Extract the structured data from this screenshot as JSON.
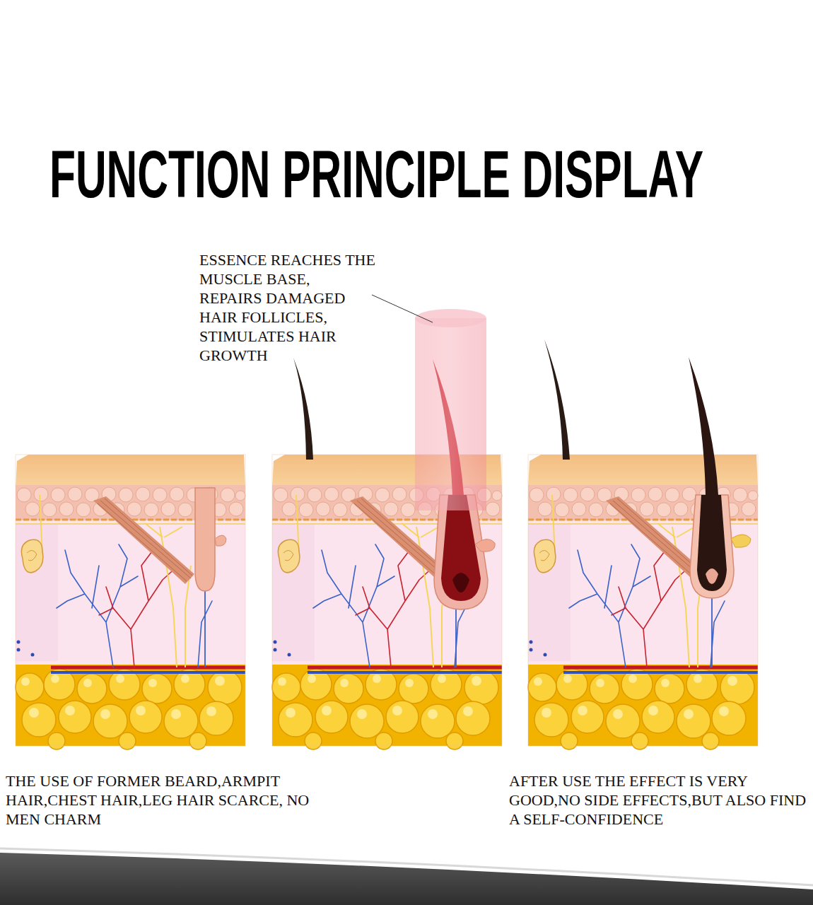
{
  "diagram": {
    "title": "FUNCTION PRINCIPLE DISPLAY",
    "labels": [
      "ESSENCE REACHES THE MUSCLE BASE, REPAIRS DAMAGED HAIR FOLLICLES, STIMULATES HAIR GROWTH",
      "THE USE OF FORMER BEARD,ARMPIT HAIR,CHEST HAIR,LEG HAIR SCARCE, NO MEN CHARM",
      "AFTER USE THE EFFECT IS VERY GOOD,NO SIDE EFFECTS,BUT ALSO FIND A SELF-CONFIDENCE"
    ]
  }
}
